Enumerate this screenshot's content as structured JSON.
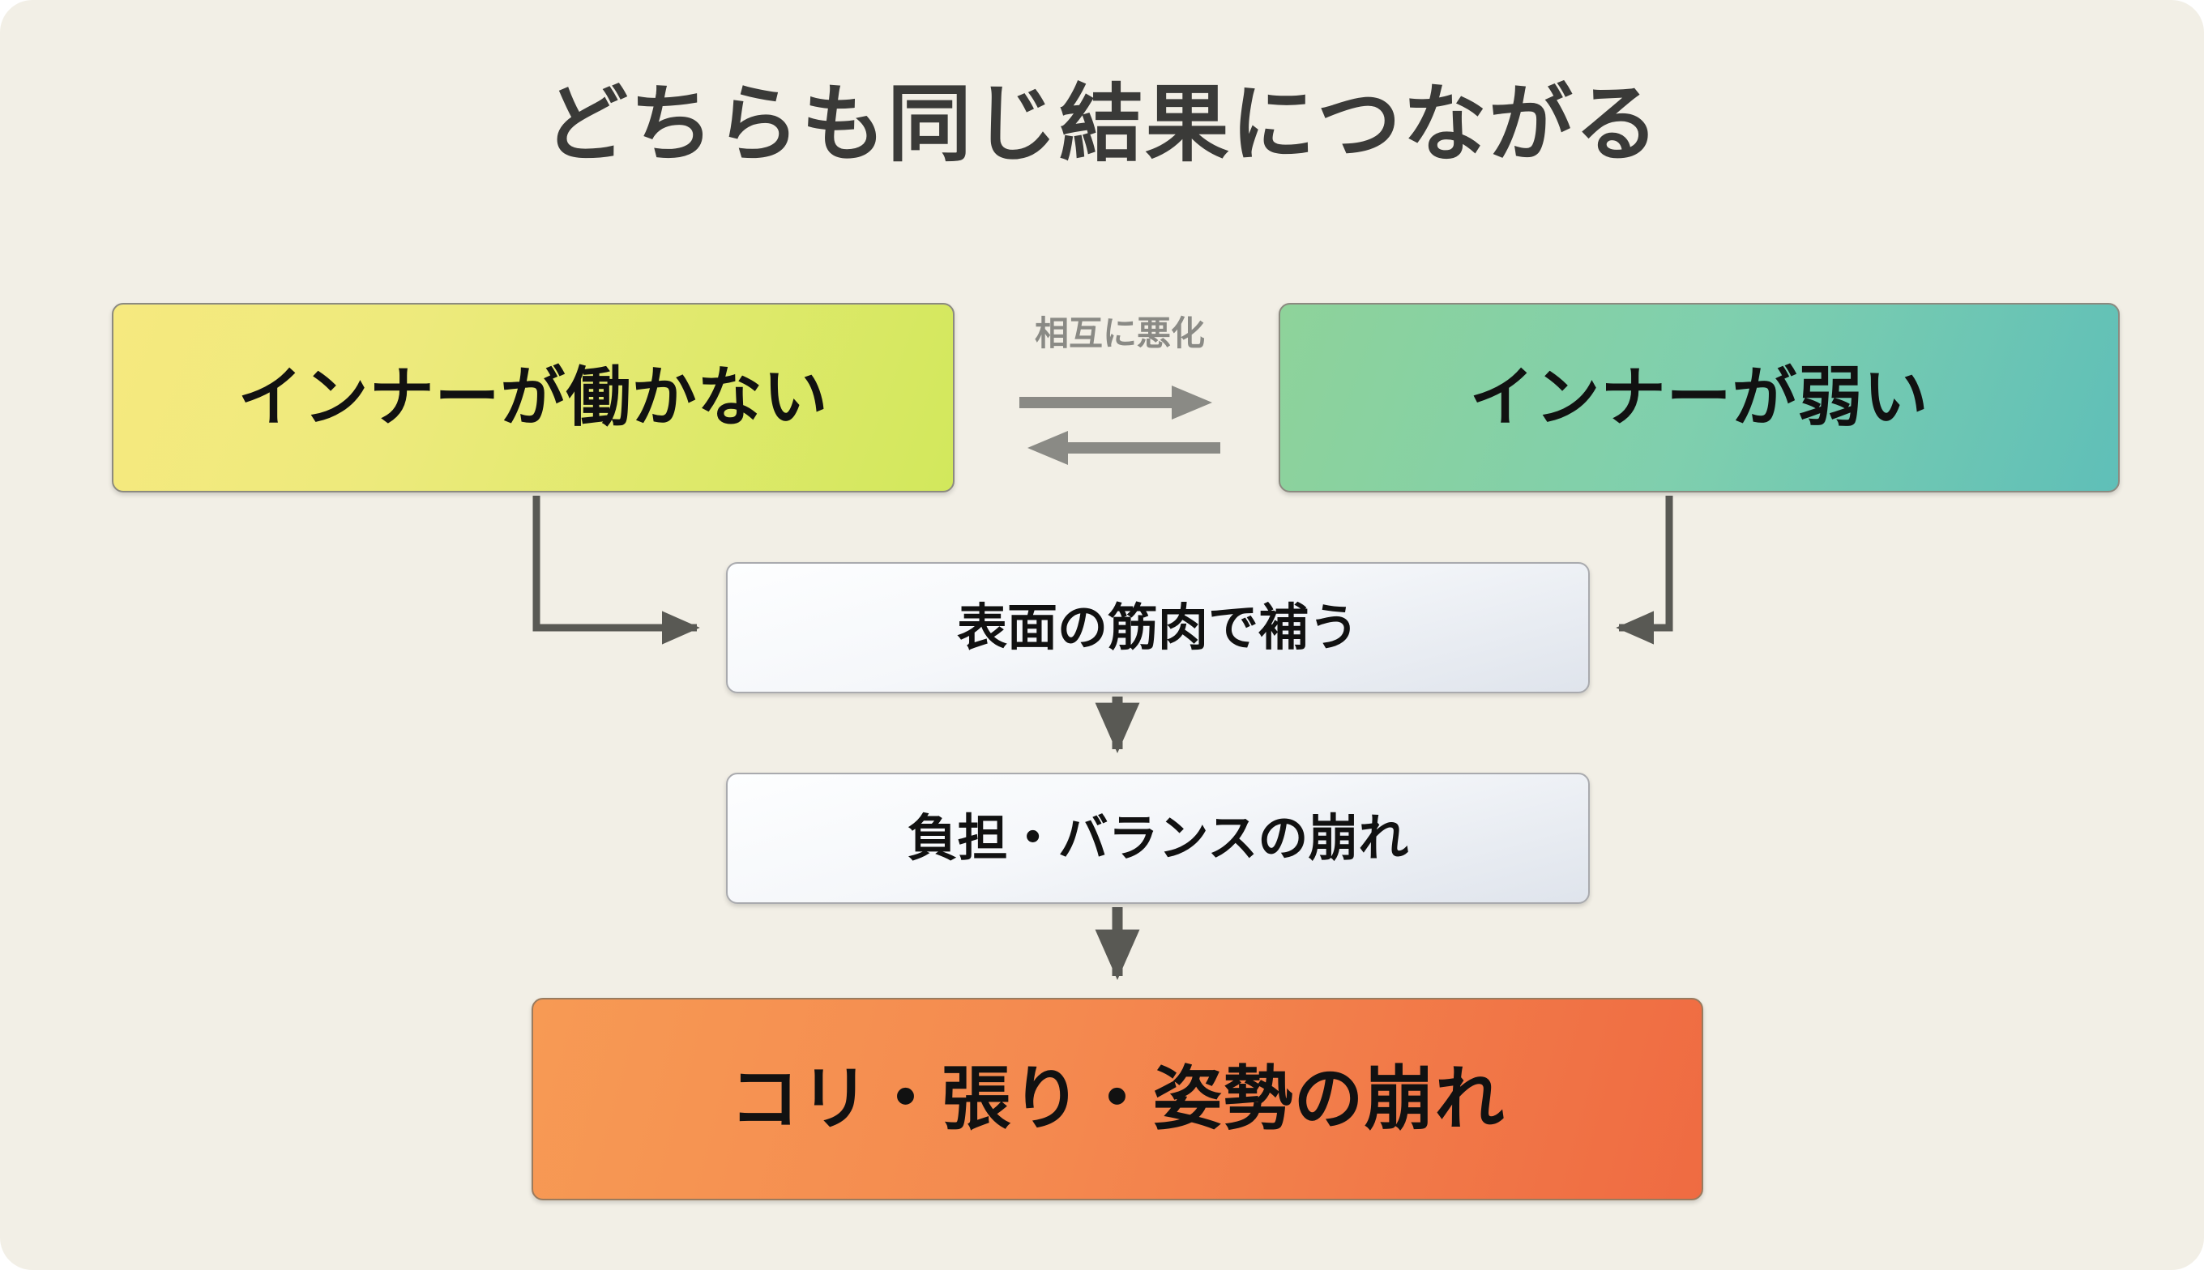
{
  "page": {
    "background_color": "#f2efe6",
    "title": "どちらも同じ結果につながる"
  },
  "diagram": {
    "type": "flowchart",
    "nodes": [
      {
        "id": "inner-inactive",
        "label": "インナーが働かない",
        "style": "gradient-yellow-green",
        "colors": [
          "#f6e97f",
          "#d2e85c"
        ]
      },
      {
        "id": "inner-weak",
        "label": "インナーが弱い",
        "style": "gradient-green-teal",
        "colors": [
          "#8ed39a",
          "#5fbfb8"
        ]
      },
      {
        "id": "compensate",
        "label": "表面の筋肉で補う",
        "style": "pale-gray",
        "colors": [
          "#fdfeff",
          "#dfe4ec"
        ]
      },
      {
        "id": "imbalance",
        "label": "負担・バランスの崩れ",
        "style": "pale-gray",
        "colors": [
          "#fdfeff",
          "#dfe4ec"
        ]
      },
      {
        "id": "result",
        "label": "コリ・張り・姿勢の崩れ",
        "style": "gradient-orange",
        "colors": [
          "#f79a54",
          "#ef6b42"
        ]
      }
    ],
    "mutual": {
      "label": "相互に悪化",
      "icon": "bidirectional-arrows-icon",
      "label_color": "#8a8a85",
      "arrow_color": "#6b6b68"
    },
    "edges": [
      {
        "from": "inner-inactive",
        "to": "compensate",
        "shape": "elbow-down-right"
      },
      {
        "from": "inner-weak",
        "to": "compensate",
        "shape": "elbow-down-left"
      },
      {
        "from": "compensate",
        "to": "imbalance",
        "shape": "straight-down"
      },
      {
        "from": "imbalance",
        "to": "result",
        "shape": "straight-down"
      }
    ],
    "edge_color": "#595954"
  }
}
